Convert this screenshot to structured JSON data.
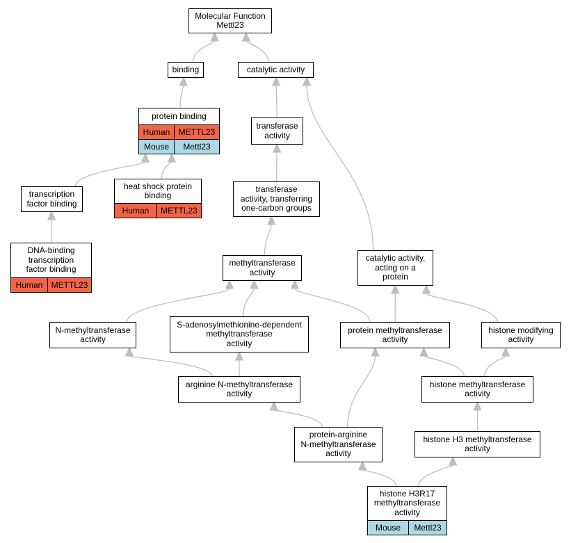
{
  "colors": {
    "human": "#f26447",
    "mouse": "#add8e6",
    "edge": "#bebebe"
  },
  "nodes": [
    {
      "id": "mf",
      "label": "Molecular Function\nMettl23",
      "annotations": []
    },
    {
      "id": "binding",
      "label": "binding",
      "annotations": []
    },
    {
      "id": "catalytic",
      "label": "catalytic activity",
      "annotations": []
    },
    {
      "id": "protein_binding",
      "label": "protein binding",
      "annotations": [
        {
          "species": "Human",
          "gene": "METTL23"
        },
        {
          "species": "Mouse",
          "gene": "Mettl23"
        }
      ]
    },
    {
      "id": "transferase",
      "label": "transferase\nactivity",
      "annotations": []
    },
    {
      "id": "tf_binding",
      "label": "transcription\nfactor binding",
      "annotations": []
    },
    {
      "id": "hsp_binding",
      "label": "heat shock protein\nbinding",
      "annotations": [
        {
          "species": "Human",
          "gene": "METTL23"
        }
      ]
    },
    {
      "id": "transferase_one_carbon",
      "label": "transferase\nactivity, transferring\none-carbon groups",
      "annotations": []
    },
    {
      "id": "dna_tf_binding",
      "label": "DNA-binding\ntranscription\nfactor binding",
      "annotations": [
        {
          "species": "Human",
          "gene": "METTL23"
        }
      ]
    },
    {
      "id": "methyltransferase",
      "label": "methyltransferase\nactivity",
      "annotations": []
    },
    {
      "id": "cat_protein",
      "label": "catalytic activity,\nacting on a\nprotein",
      "annotations": []
    },
    {
      "id": "n_methyl",
      "label": "N-methyltransferase\nactivity",
      "annotations": []
    },
    {
      "id": "sam_methyl",
      "label": "S-adenosylmethionine-dependent\nmethyltransferase\nactivity",
      "annotations": []
    },
    {
      "id": "protein_methyl",
      "label": "protein methyltransferase\nactivity",
      "annotations": []
    },
    {
      "id": "histone_mod",
      "label": "histone modifying\nactivity",
      "annotations": []
    },
    {
      "id": "arg_n_methyl",
      "label": "arginine N-methyltransferase\nactivity",
      "annotations": []
    },
    {
      "id": "histone_methyl",
      "label": "histone methyltransferase\nactivity",
      "annotations": []
    },
    {
      "id": "prot_arg_n_methyl",
      "label": "protein-arginine\nN-methyltransferase\nactivity",
      "annotations": []
    },
    {
      "id": "h3_methyl",
      "label": "histone H3 methyltransferase\nactivity",
      "annotations": []
    },
    {
      "id": "h3r17_methyl",
      "label": "histone H3R17\nmethyltransferase\nactivity",
      "annotations": [
        {
          "species": "Mouse",
          "gene": "Mettl23"
        }
      ]
    }
  ],
  "edges": [
    {
      "from": "binding",
      "to": "mf"
    },
    {
      "from": "catalytic",
      "to": "mf"
    },
    {
      "from": "protein_binding",
      "to": "binding"
    },
    {
      "from": "transferase",
      "to": "catalytic"
    },
    {
      "from": "cat_protein",
      "to": "catalytic"
    },
    {
      "from": "tf_binding",
      "to": "protein_binding"
    },
    {
      "from": "hsp_binding",
      "to": "protein_binding"
    },
    {
      "from": "transferase_one_carbon",
      "to": "transferase"
    },
    {
      "from": "dna_tf_binding",
      "to": "tf_binding"
    },
    {
      "from": "methyltransferase",
      "to": "transferase_one_carbon"
    },
    {
      "from": "n_methyl",
      "to": "methyltransferase"
    },
    {
      "from": "sam_methyl",
      "to": "methyltransferase"
    },
    {
      "from": "protein_methyl",
      "to": "methyltransferase"
    },
    {
      "from": "protein_methyl",
      "to": "cat_protein"
    },
    {
      "from": "histone_mod",
      "to": "cat_protein"
    },
    {
      "from": "arg_n_methyl",
      "to": "n_methyl"
    },
    {
      "from": "arg_n_methyl",
      "to": "sam_methyl"
    },
    {
      "from": "histone_methyl",
      "to": "protein_methyl"
    },
    {
      "from": "histone_methyl",
      "to": "histone_mod"
    },
    {
      "from": "prot_arg_n_methyl",
      "to": "arg_n_methyl"
    },
    {
      "from": "prot_arg_n_methyl",
      "to": "protein_methyl"
    },
    {
      "from": "h3_methyl",
      "to": "histone_methyl"
    },
    {
      "from": "h3r17_methyl",
      "to": "prot_arg_n_methyl"
    },
    {
      "from": "h3r17_methyl",
      "to": "h3_methyl"
    }
  ]
}
